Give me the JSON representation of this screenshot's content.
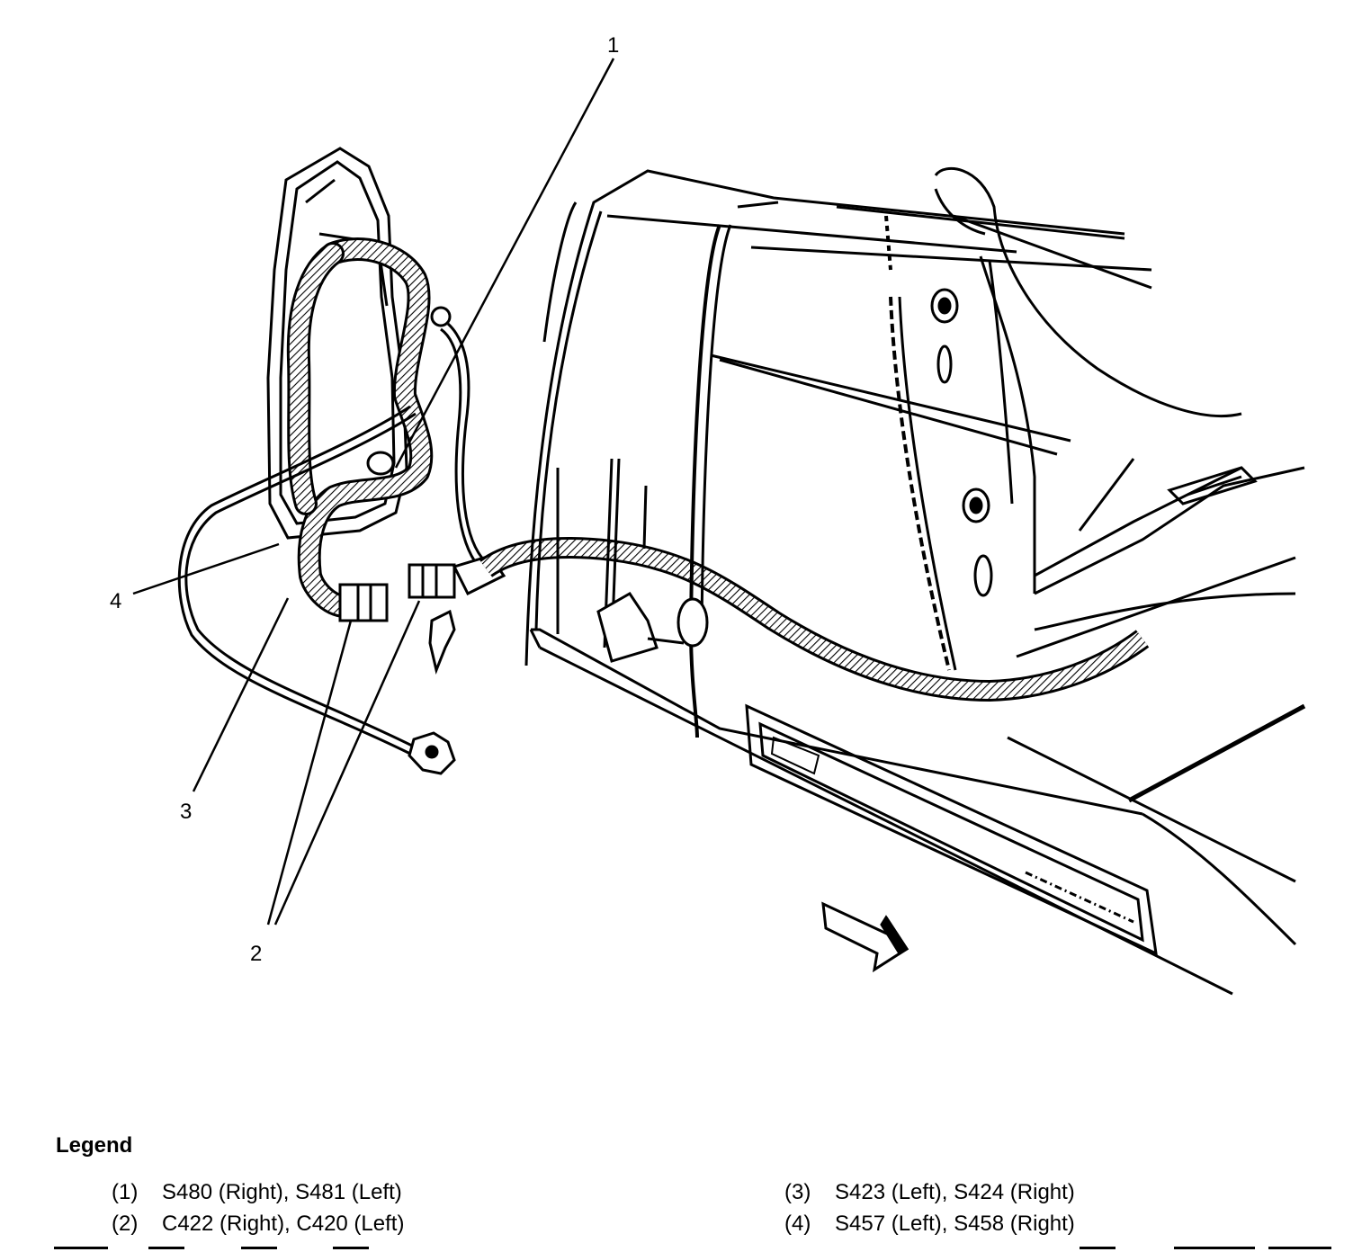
{
  "callouts": {
    "c1": "1",
    "c2": "2",
    "c3": "3",
    "c4": "4"
  },
  "legend": {
    "title": "Legend",
    "items": [
      {
        "num": "(1)",
        "text": "S480 (Right), S481 (Left)"
      },
      {
        "num": "(2)",
        "text": "C422 (Right), C420 (Left)"
      },
      {
        "num": "(3)",
        "text": "S423 (Left), S424 (Right)"
      },
      {
        "num": "(4)",
        "text": "S457 (Left), S458 (Right)"
      }
    ]
  },
  "colors": {
    "line": "#000000",
    "background": "#ffffff"
  }
}
